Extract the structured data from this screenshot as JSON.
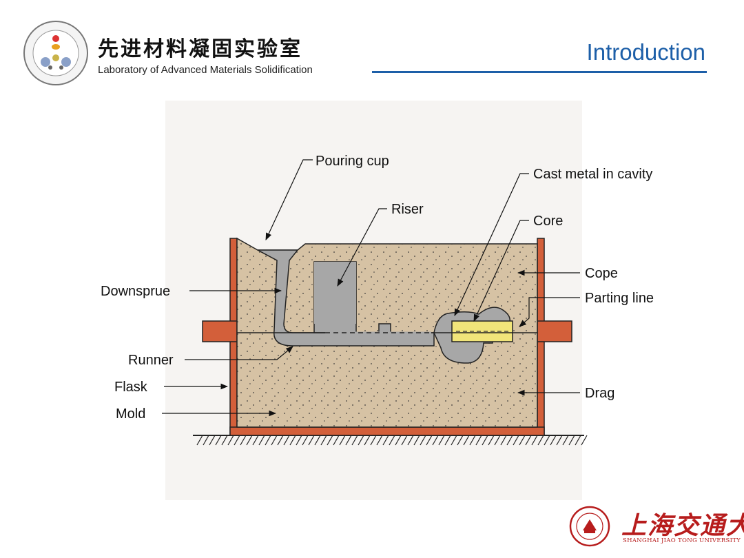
{
  "header": {
    "lab_name_cn": "先进材料凝固实验室",
    "lab_name_en": "Laboratory of Advanced Materials Solidification",
    "title": "Introduction"
  },
  "diagram": {
    "labels": {
      "pouring_cup": "Pouring cup",
      "riser": "Riser",
      "cast_metal": "Cast metal in cavity",
      "core": "Core",
      "cope": "Cope",
      "parting_line": "Parting line",
      "downsprue": "Downsprue",
      "runner": "Runner",
      "flask": "Flask",
      "mold": "Mold",
      "drag": "Drag"
    },
    "colors": {
      "sand": "#d6c2a4",
      "metal": "#a7a7a7",
      "flask": "#d35f3a",
      "core": "#f1e57a"
    }
  },
  "footer": {
    "university_cn": "上海交通大學",
    "university_en": "SHANGHAI JIAO TONG UNIVERSITY"
  }
}
